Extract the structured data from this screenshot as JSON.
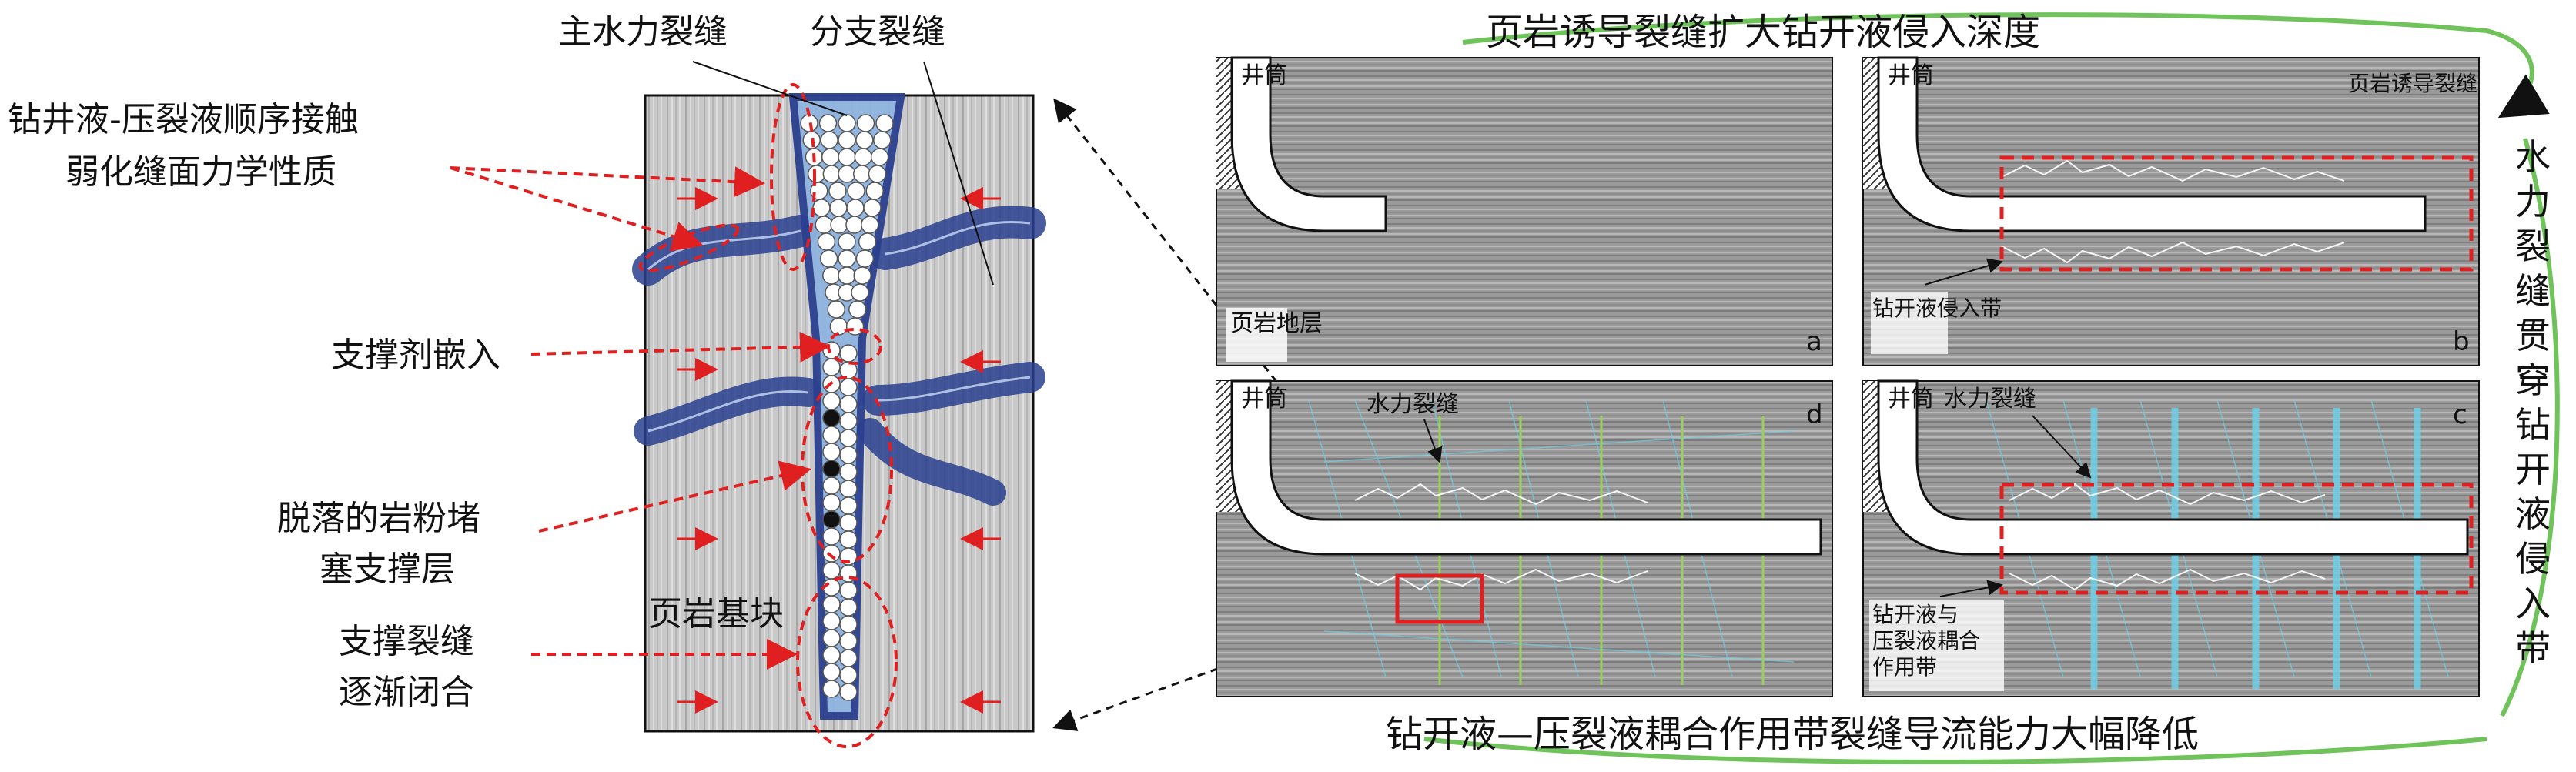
{
  "left": {
    "labels": {
      "main_fracture": "主水力裂缝",
      "branch_fracture": "分支裂缝",
      "sequential_contact_l1": "钻井液-压裂液顺序接触",
      "sequential_contact_l2": "弱化缝面力学性质",
      "proppant_embed": "支撑剂嵌入",
      "rock_powder_l1": "脱落的岩粉堵",
      "rock_powder_l2": "塞支撑层",
      "shale_matrix": "页岩基块",
      "fracture_close_l1": "支撑裂缝",
      "fracture_close_l2": "逐渐闭合"
    }
  },
  "right": {
    "top_caption": "页岩诱导裂缝扩大钻开液侵入深度",
    "bottom_caption": "钻开液—压裂液耦合作用带裂缝导流能力大幅降低",
    "side_caption": "水力裂缝贯穿钻开液侵入带",
    "panels": {
      "a": {
        "letter": "a",
        "wellbore": "井筒",
        "formation": "页岩地层"
      },
      "b": {
        "letter": "b",
        "wellbore": "井筒",
        "induced_crack": "页岩诱导裂缝",
        "zone": "钻开液侵入带"
      },
      "d": {
        "letter": "d",
        "wellbore": "井筒",
        "hydro_fracture": "水力裂缝"
      },
      "c": {
        "letter": "c",
        "wellbore": "井筒",
        "hydro_fracture": "水力裂缝",
        "zone": "钻开液与压裂液耦合作用带"
      }
    }
  },
  "colors": {
    "dashed_red": "#e02020",
    "fracture_blue": "#2a3f8f",
    "fracture_fill": "#8fb4e0",
    "hydro_green": "#9ccf60",
    "hydro_cyan": "#6fd0e8"
  }
}
